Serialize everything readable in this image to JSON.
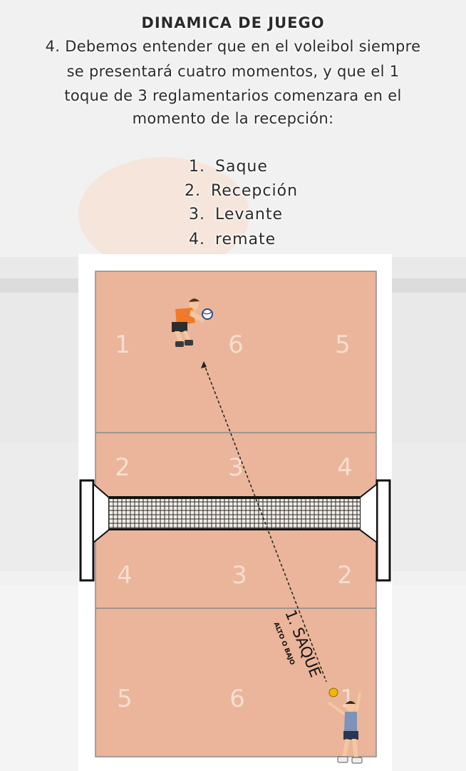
{
  "header": {
    "title": "DINAMICA DE JUEGO",
    "lines": [
      "4. Debemos entender que en el voleibol siempre",
      "se presentará cuatro momentos, y que el 1",
      "toque de 3 reglamentarios comenzara en el",
      "momento de la recepción:"
    ]
  },
  "steps": [
    {
      "num": "1.",
      "label": "Saque"
    },
    {
      "num": "2.",
      "label": "Recepción"
    },
    {
      "num": "3.",
      "label": "Levante"
    },
    {
      "num": "4.",
      "label": "remate"
    }
  ],
  "court": {
    "zones_top": [
      "1",
      "6",
      "5",
      "2",
      "3",
      "4"
    ],
    "zones_bottom": [
      "4",
      "3",
      "2",
      "5",
      "6",
      "1"
    ],
    "serve_label": "1. SAQUE",
    "serve_sublabel": "ALTO O BAJO"
  },
  "colors": {
    "court": "#eab59a",
    "lines": "#888888",
    "jersey_receiver": "#f07a2a",
    "jersey_server": "#7d93b8",
    "ball": "#f2b800"
  },
  "icons": [
    "receiver-player-icon",
    "server-player-icon",
    "volleyball-icon",
    "net-icon"
  ]
}
